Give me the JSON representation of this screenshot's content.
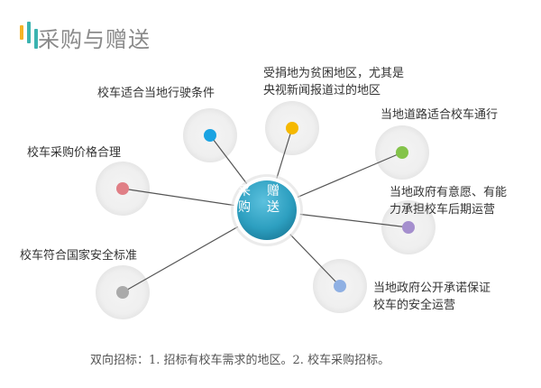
{
  "header": {
    "title": "采购与赠送",
    "bar_colors": [
      "#f5b325",
      "#3bb3b0",
      "#3bb3b0"
    ]
  },
  "center": {
    "line1_left": "采",
    "line1_right": "赠",
    "line2_left": "购",
    "line2_right": "送",
    "color": "#2d9fc0"
  },
  "nodes": [
    {
      "id": "top-left-mid",
      "label_lines": [
        "校车适合当地行驶条件"
      ],
      "dot_color": "#1aa3e2"
    },
    {
      "id": "top-center",
      "label_lines": [
        "受捐地为贫困地区，尤其是",
        "央视新闻报道过的地区"
      ],
      "dot_color": "#f5b800"
    },
    {
      "id": "top-right",
      "label_lines": [
        "当地道路适合校车通行"
      ],
      "dot_color": "#84c34a"
    },
    {
      "id": "left-upper",
      "label_lines": [
        "校车采购价格合理"
      ],
      "dot_color": "#e07f86"
    },
    {
      "id": "right-mid",
      "label_lines": [
        "当地政府有意愿、有能",
        "力承担校车后期运营"
      ],
      "dot_color": "#a58fce"
    },
    {
      "id": "left-lower",
      "label_lines": [
        "校车符合国家安全标准"
      ],
      "dot_color": "#aaaaaa"
    },
    {
      "id": "bottom-right",
      "label_lines": [
        "当地政府公开承诺保证",
        "校车的安全运营"
      ],
      "dot_color": "#8fb0e3"
    }
  ],
  "footer": {
    "text": "双向招标：1. 招标有校车需求的地区。2. 校车采购招标。"
  }
}
